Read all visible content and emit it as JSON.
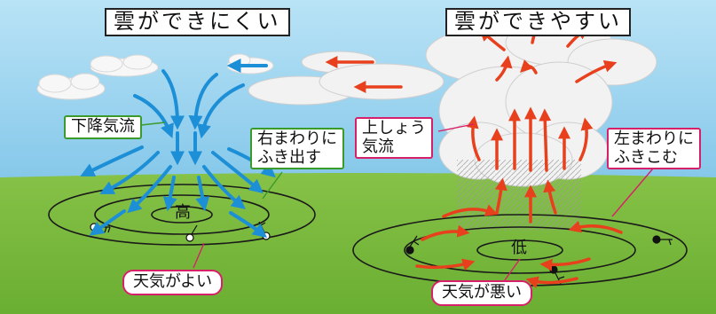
{
  "left_panel": {
    "title": "雲ができにくい",
    "descending_air_label": "下降気流",
    "clockwise_label_1": "右まわりに",
    "clockwise_label_2": "ふき出す",
    "center_label": "高",
    "weather_label": "天気がよい"
  },
  "right_panel": {
    "title": "雲ができやすい",
    "ascending_air_label_1": "上しょう",
    "ascending_air_label_2": "気流",
    "counterclockwise_label_1": "左まわりに",
    "counterclockwise_label_2": "ふきこむ",
    "center_label": "低",
    "weather_label": "天気が悪い"
  },
  "colors": {
    "sky": "#9fd4ef",
    "grass": "#7ab83c",
    "descending_arrow": "#1d8fd6",
    "ascending_arrow": "#e8401c",
    "green_callout": "#3a9a2a",
    "pink_callout": "#d8206a"
  }
}
